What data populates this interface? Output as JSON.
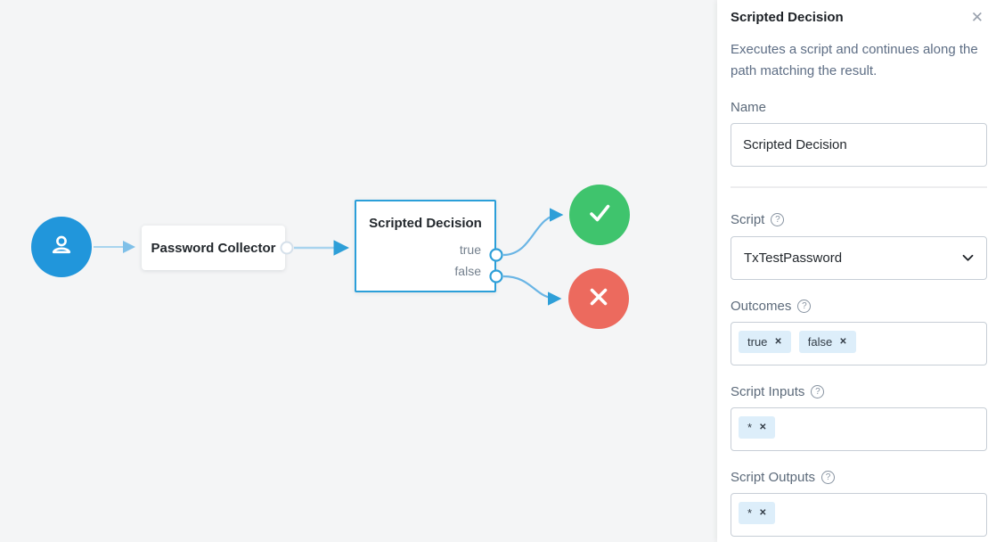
{
  "canvas": {
    "password_collector": {
      "label": "Password Collector"
    },
    "scripted_decision": {
      "label": "Scripted Decision",
      "outcomes": [
        "true",
        "false"
      ]
    }
  },
  "panel": {
    "title": "Scripted Decision",
    "description": "Executes a script and continues along the path matching the result.",
    "name_field": {
      "label": "Name",
      "value": "Scripted Decision"
    },
    "script_field": {
      "label": "Script",
      "value": "TxTestPassword"
    },
    "outcomes_field": {
      "label": "Outcomes",
      "tags": [
        "true",
        "false"
      ]
    },
    "script_inputs_field": {
      "label": "Script Inputs",
      "tags": [
        "*"
      ]
    },
    "script_outputs_field": {
      "label": "Script Outputs",
      "tags": [
        "*"
      ]
    }
  },
  "icons": {
    "close": "✕",
    "help": "?",
    "tag_remove": "✕"
  },
  "colors": {
    "start_blue": "#2196db",
    "success_green": "#3fc46d",
    "failure_red": "#ec6a5e",
    "connector_light": "#a8d4ee",
    "connector_blue": "#6ab5e5",
    "port_blue": "#2e9fd8",
    "selected_border": "#2b9fd9",
    "tag_bg": "#ddeefa"
  }
}
